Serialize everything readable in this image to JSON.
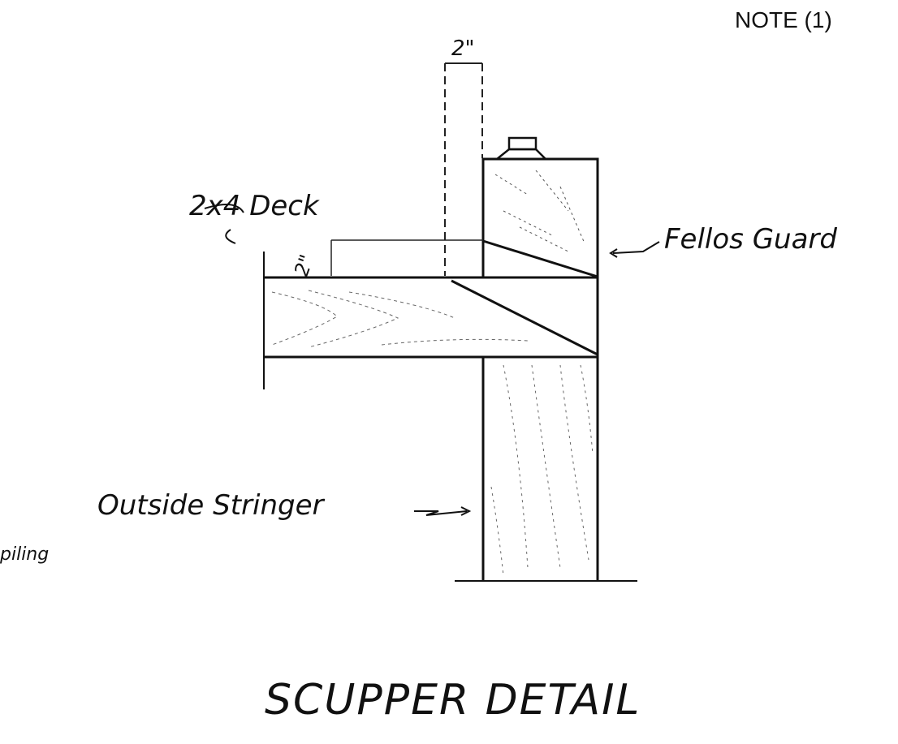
{
  "drawing": {
    "note": "NOTE (1)",
    "title": "SCUPPER DETAIL",
    "labels": {
      "deck": "2x4 Deck",
      "guard": "Fellos Guard",
      "stringer": "Outside Stringer",
      "piling": "piling"
    },
    "dimensions": {
      "top_gap": "2\"",
      "deck_gap": "2\""
    }
  },
  "colors": {
    "ink": "#111111",
    "paper": "#ffffff"
  }
}
